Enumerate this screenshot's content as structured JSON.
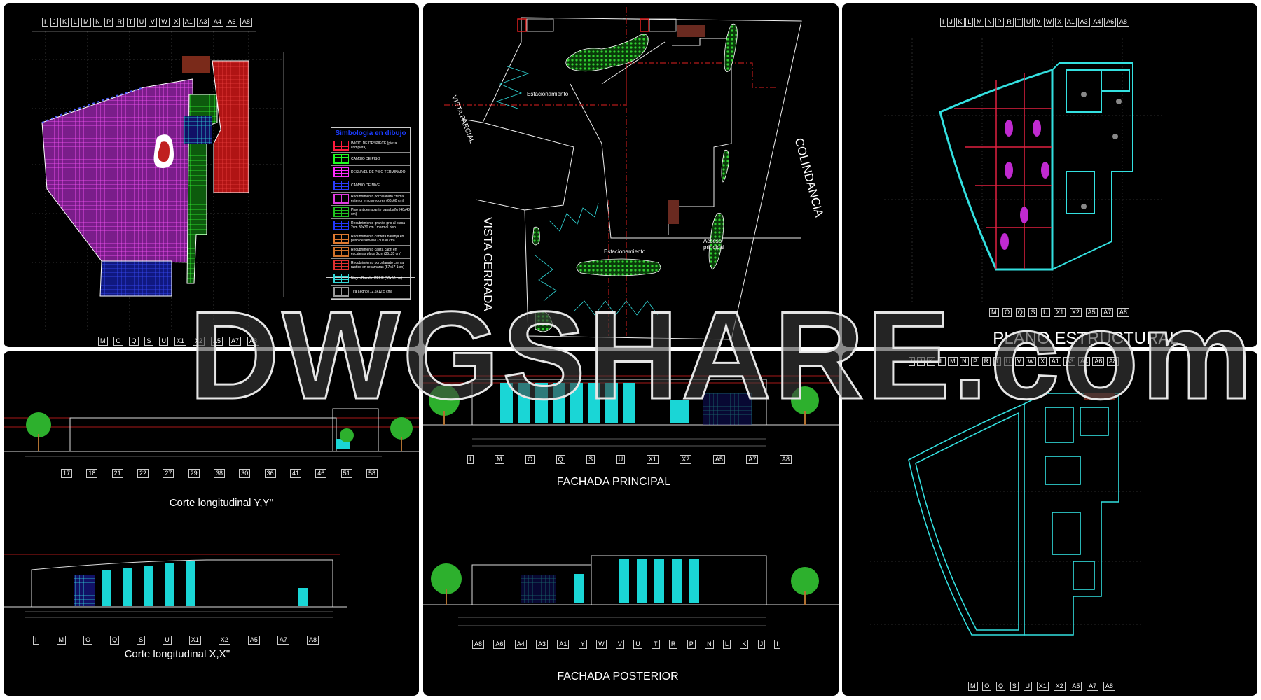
{
  "watermark": "DWGSHARE.com",
  "floor_plan": {
    "legend_title": "Simbologia en dibujo",
    "legend_items": [
      {
        "label": "INICIO DE DESPIECE (pieza completa)",
        "color": "#ff1a3c"
      },
      {
        "label": "CAMBIO DE PISO",
        "color": "#21ff21"
      },
      {
        "label": "DESNIVEL DE PISO TERMINADO",
        "color": "#ff2bff"
      },
      {
        "label": "CAMBIO DE NIVEL",
        "color": "#2b3cff"
      },
      {
        "label": "Recubrimiento porcelanato crema exterior en corredores (60x60 cm)",
        "color": "#e23be2"
      },
      {
        "label": "Piso antiderrapante para baño (40x40 cm)",
        "color": "#1fc21f"
      },
      {
        "label": "Recubrimiento granito gris al placa 2cm 30x30 cm / marmol piso",
        "color": "#2238ff"
      },
      {
        "label": "Recubrimiento cantera naranja en patio de servicio (30x30 cm)",
        "color": "#e07a30"
      },
      {
        "label": "Recubrimiento caliza capri en escaleras placa 2cm (35x35 cm)",
        "color": "#d0722a"
      },
      {
        "label": "Recubrimiento porcelanato crema rustico en recamaras (57x57 1cm)",
        "color": "#e03030"
      },
      {
        "label": "Negro Basalto PEI III (30x60 cm)",
        "color": "#33d6d6"
      },
      {
        "label": "Tira Legno (12.5x12.5 cm)",
        "color": "#9a9a9a"
      }
    ],
    "axis_top": [
      "I",
      "J",
      "K",
      "L",
      "M",
      "N",
      "P",
      "R",
      "T",
      "U",
      "V",
      "W",
      "X",
      "A1",
      "A3",
      "A4",
      "A6",
      "A8"
    ],
    "axis_bottom": [
      "M",
      "O",
      "Q",
      "S",
      "U",
      "X1",
      "X2",
      "A5",
      "A7",
      "A8"
    ]
  },
  "site_plan": {
    "vista_parcial": "VISTA PARCIAL",
    "vista_cerrada": "VISTA CERRADA",
    "colindancia": "COLINDANCIA",
    "parking_1": "Estacionamiento",
    "parking_2": "Estacionamiento",
    "main_access": "Acceso principal"
  },
  "structural_plan": {
    "title": "PLANO  ESTRUCTURAL",
    "axis_top": [
      "I",
      "J",
      "K",
      "L",
      "M",
      "N",
      "P",
      "R",
      "T",
      "U",
      "V",
      "W",
      "X",
      "A1",
      "A3",
      "A4",
      "A6",
      "A8"
    ],
    "axis_bottom": [
      "M",
      "O",
      "Q",
      "S",
      "U",
      "X1",
      "X2",
      "A5",
      "A7",
      "A8"
    ]
  },
  "section_yy": {
    "title": "Corte longitudinal  Y,Y''",
    "axis": [
      "17",
      "18",
      "21",
      "22",
      "27",
      "29",
      "38",
      "30",
      "36",
      "41",
      "46",
      "51",
      "58"
    ]
  },
  "section_xx": {
    "title": "Corte longitudinal   X,X''",
    "axis": [
      "I",
      "M",
      "O",
      "Q",
      "S",
      "U",
      "X1",
      "X2",
      "A5",
      "A7",
      "A8"
    ]
  },
  "facade_main": {
    "title": "FACHADA PRINCIPAL",
    "axis": [
      "I",
      "M",
      "O",
      "Q",
      "S",
      "U",
      "X1",
      "X2",
      "A5",
      "A7",
      "A8"
    ]
  },
  "facade_rear": {
    "title": "FACHADA POSTERIOR",
    "axis": [
      "A8",
      "A6",
      "A4",
      "A3",
      "A1",
      "Y",
      "W",
      "V",
      "U",
      "T",
      "R",
      "P",
      "N",
      "L",
      "K",
      "J",
      "I"
    ]
  },
  "foundation_plan": {
    "axis_top": [
      "I",
      "J",
      "K",
      "L",
      "M",
      "N",
      "P",
      "R",
      "T",
      "U",
      "V",
      "W",
      "X",
      "A1",
      "A3",
      "A4",
      "A6",
      "A8"
    ],
    "axis_bottom": [
      "M",
      "O",
      "Q",
      "S",
      "U",
      "X1",
      "X2",
      "A5",
      "A7",
      "A8"
    ]
  }
}
